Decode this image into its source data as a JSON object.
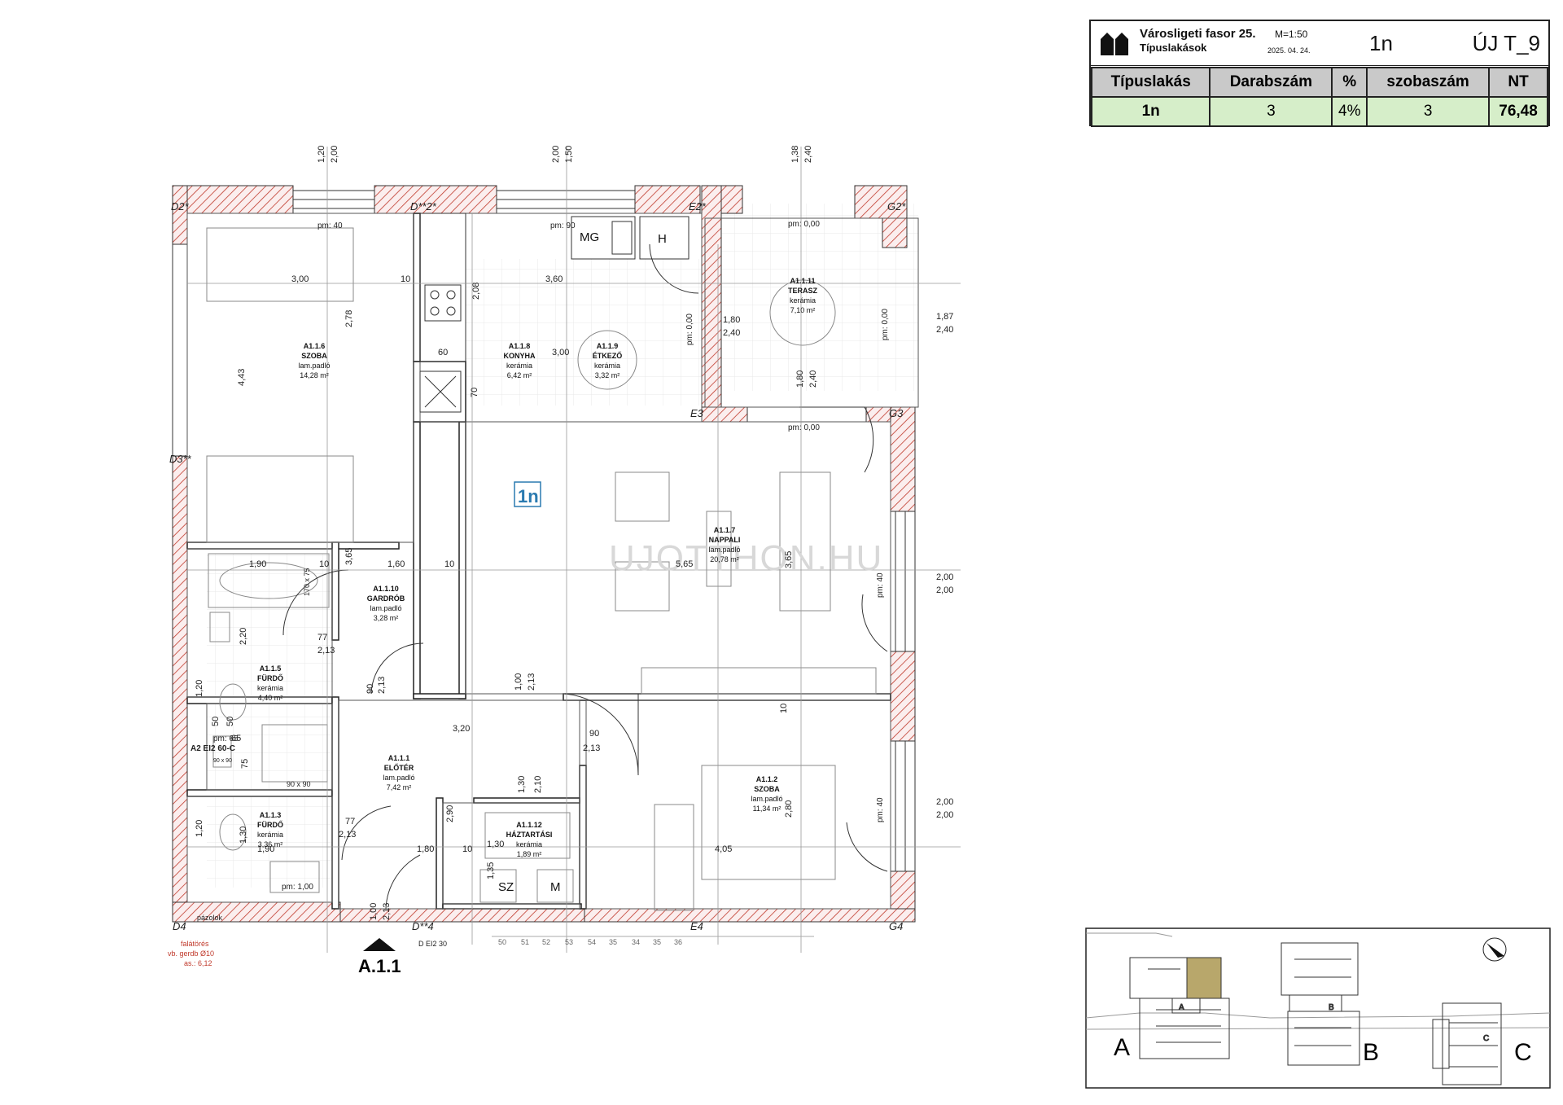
{
  "header": {
    "project_name": "Városligeti fasor 25.",
    "subtitle": "Típuslakások",
    "scale": "M=1:50",
    "date": "2025. 04. 24.",
    "unit_type": "1n",
    "code": "ÚJ T_9"
  },
  "summary": {
    "columns": [
      "Típuslakás",
      "Darabszám",
      "%",
      "szobaszám",
      "NT"
    ],
    "values": [
      "1n",
      "3",
      "4%",
      "3",
      "76,48"
    ]
  },
  "plan": {
    "unit_label": "1n",
    "entrance": "A.1.1",
    "watermark": "UJOTTHON.HU",
    "rooms": [
      {
        "id": "A1.1.6",
        "name": "SZOBA",
        "floor": "lam.padló",
        "area": "14,28 m²"
      },
      {
        "id": "A1.1.8",
        "name": "KONYHA",
        "floor": "kerámia",
        "area": "6,42 m²"
      },
      {
        "id": "A1.1.9",
        "name": "ÉTKEZŐ",
        "floor": "kerámia",
        "area": "3,32 m²"
      },
      {
        "id": "A1.1.11",
        "name": "TERASZ",
        "floor": "kerámia",
        "area": "7,10 m²"
      },
      {
        "id": "A1.1.7",
        "name": "NAPPALI",
        "floor": "lam.padló",
        "area": "20,78 m²"
      },
      {
        "id": "A1.1.10",
        "name": "GARDRÓB",
        "floor": "lam.padló",
        "area": "3,28 m²"
      },
      {
        "id": "A1.1.5",
        "name": "FÜRDŐ",
        "floor": "kerámia",
        "area": "4,40 m²"
      },
      {
        "id": "A1.1.1",
        "name": "ELŐTÉR",
        "floor": "lam.padló",
        "area": "7,42 m²"
      },
      {
        "id": "A1.1.2",
        "name": "SZOBA",
        "floor": "lam.padló",
        "area": "11,34 m²"
      },
      {
        "id": "A1.1.3",
        "name": "FÜRDŐ",
        "floor": "kerámia",
        "area": "3,36 m²"
      },
      {
        "id": "A1.1.12",
        "name": "HÁZTARTÁSI",
        "floor": "kerámia",
        "area": "1,89 m²"
      }
    ],
    "appliances": [
      "MG",
      "H",
      "SZ",
      "M"
    ],
    "grid_labels": [
      "D2*",
      "D**2*",
      "E2*",
      "G2*",
      "D3**",
      "E3",
      "G3",
      "D4",
      "D**4",
      "E4",
      "G4"
    ],
    "dimensions": [
      "1,20",
      "2,00",
      "2,00",
      "1,50",
      "1,38",
      "2,40",
      "3,00",
      "10",
      "3,60",
      "2,08",
      "2,78",
      "4,43",
      "60",
      "3,00",
      "70",
      "1,80",
      "2,40",
      "1,80",
      "2,40",
      "1,87",
      "2,40",
      "1,90",
      "10",
      "1,60",
      "10",
      "3,65",
      "5,65",
      "3,65",
      "2,00",
      "2,00",
      "2,20",
      "77",
      "2,13",
      "90",
      "2,13",
      "1,00",
      "2,13",
      "10",
      "3,20",
      "90",
      "2,13",
      "1,30",
      "2,10",
      "2,90",
      "2,80",
      "2,00",
      "2,00",
      "77",
      "2,13",
      "1,30",
      "1,90",
      "1,80",
      "10",
      "1,30",
      "4,05",
      "1,35",
      "1,00",
      "2,13",
      "1,20",
      "50",
      "50",
      "1,20",
      "65",
      "75",
      "170 x 75",
      "90 x 90"
    ],
    "parapets": [
      "pm: 40",
      "pm: 90",
      "pm: 0,00",
      "pm: 0,00",
      "pm: 0,00",
      "pm: 40",
      "pm: 40",
      "pm: 1,00",
      "pm: 65",
      "pm: 0,00"
    ],
    "misc": [
      "A2 EI2 60-C",
      "D EI2 30",
      "pázolok",
      "falátörés",
      "vb. gerdb Ø10",
      "as.: 6,12",
      "90 x 90",
      "50",
      "51",
      "52",
      "53",
      "54",
      "35",
      "34",
      "35",
      "36"
    ]
  },
  "site": {
    "buildings": [
      "A",
      "B",
      "C"
    ],
    "block_labels": [
      "A",
      "B",
      "C"
    ]
  },
  "colors": {
    "wall_hatch": "#c0392b",
    "summary_header": "#c9c9c9",
    "summary_values": "#d6eec9",
    "highlight": "#a08a3a",
    "unit_label": "#2a7ab0"
  }
}
